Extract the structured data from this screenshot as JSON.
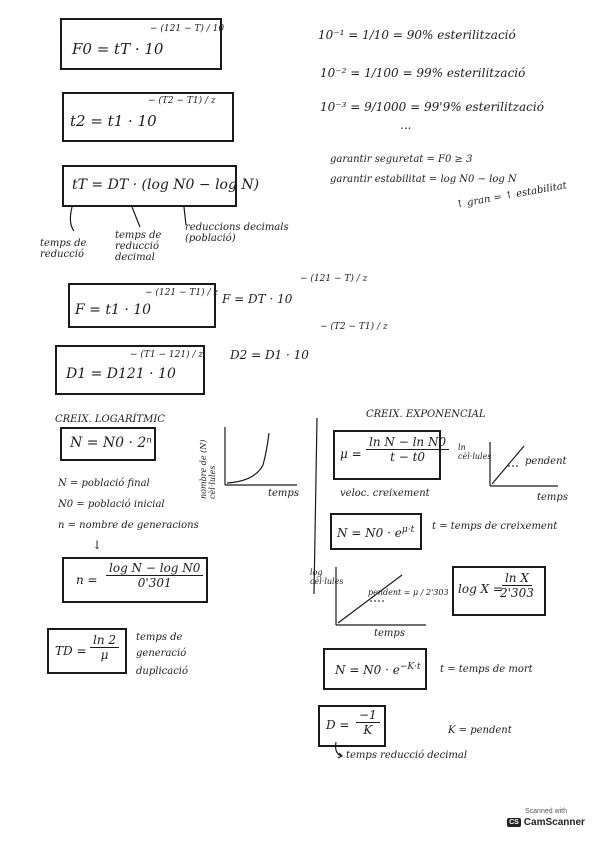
{
  "formulas": {
    "f0": "F0 = tT · 10",
    "f0_exp": "− (121 − T) / 10",
    "t2": "t2 = t1 · 10",
    "t2_exp": "− (T2 − T1) / z",
    "tt": "tT = DT · (log N0 − log N)",
    "f_full": "F = t1 · 10",
    "f_exp": "− (121 − T1) / z",
    "f_arrow": "F = DT · 10",
    "f_arrow_exp": "− (121 − T) / z",
    "d1": "D1 = D121 · 10",
    "d1_exp": "− (T1 − 121) / z",
    "d2": "D2 = D1 · 10",
    "d2_exp": "− (T2 − T1) / z"
  },
  "annotations": {
    "temps_reduccio": "temps de reducció",
    "temps_reduccio_decimal": "temps de reducció decimal",
    "reduccions_decimals": "reduccions decimals (població)"
  },
  "sterilization": {
    "line1": "10⁻¹ = 1/10 = 90% esterilització",
    "line2": "10⁻² = 1/100 = 99% esterilització",
    "line3": "10⁻³ = 9/1000 = 99'9% esterilització",
    "dots": "...",
    "seguretat": "garantir seguretat = F0 ≥ 3",
    "estabilitat": "garantir estabilitat = log N0 − log N",
    "gran": "↑ gran = ↑ estabilitat"
  },
  "log_section": {
    "title": "CREIX. LOGARÍTMIC",
    "formula": "N = N0 · 2ⁿ",
    "chart_ylabel": "nombre de (N) cèl·lules",
    "chart_xlabel": "temps",
    "def_n": "N = població final",
    "def_n0": "N0 = població inicial",
    "def_nn": "n = nombre de generacions",
    "n_formula_num": "log N − log N0",
    "n_formula_den": "0'301",
    "n_label": "n =",
    "td_num": "ln 2",
    "td_den": "μ",
    "td_label": "TD =",
    "td_note1": "temps de",
    "td_note2": "generació",
    "td_note3": "duplicació"
  },
  "exp_section": {
    "title": "CREIX. EXPONENCIAL",
    "mu_label": "μ =",
    "mu_num": "ln N − ln N0",
    "mu_den": "t − t0",
    "mu_note": "veloc. creixement",
    "chart1_ylabel": "ln cèl·lules",
    "chart1_xlabel": "temps",
    "chart1_note": "pendent",
    "n_exp": "N = N0 · e",
    "n_exp_sup": "μ·t",
    "n_exp_note": "t = temps de creixement",
    "chart2_ylabel": "log cèl·lules",
    "chart2_xlabel": "temps",
    "chart2_note": "pendent = μ / 2'303",
    "logx_label": "log X =",
    "logx_num": "ln X",
    "logx_den": "2'303",
    "death": "N = N0 · e",
    "death_sup": "−K·t",
    "death_note": "t = temps de mort",
    "d_label": "D =",
    "d_num": "−1",
    "d_den": "K",
    "d_note": "K = pendent",
    "d_bottom": "temps reducció decimal"
  },
  "badge": {
    "top": "Scanned with",
    "logo": "CS",
    "name": "CamScanner"
  }
}
